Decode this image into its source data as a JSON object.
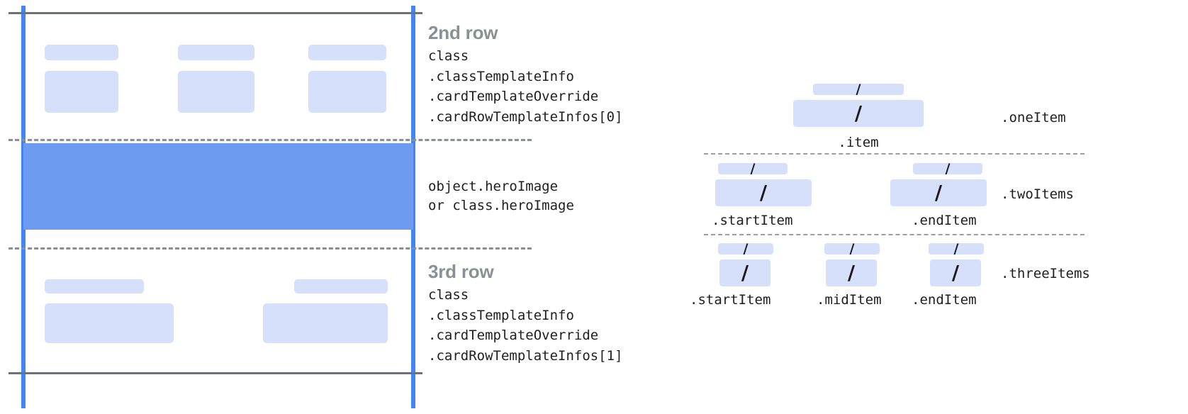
{
  "diagram": {
    "title_icon": "card-template-diagram",
    "colors": {
      "accent_blue": "#4285f4",
      "hero_blue": "#6d9bef",
      "chip_blue": "#d6e0fa",
      "rule_gray": "#6d7278",
      "dash_gray": "#8a8f94",
      "heading_gray": "#8b9096",
      "code_text": "#1f1f1f"
    }
  },
  "card": {
    "rows": [
      {
        "id": "second-row",
        "title": "2nd row",
        "code_lines": [
          "class",
          ".classTemplateInfo",
          ".cardTemplateOverride",
          ".cardRowTemplateInfos[0]"
        ],
        "item_count": 3
      },
      {
        "id": "hero-row",
        "title": "",
        "code_lines": [
          "object.heroImage",
          "or class.heroImage"
        ],
        "item_count": 0
      },
      {
        "id": "third-row",
        "title": "3rd row",
        "code_lines": [
          "class",
          ".classTemplateInfo",
          ".cardTemplateOverride",
          ".cardRowTemplateInfos[1]"
        ],
        "item_count": 2
      }
    ]
  },
  "templates": {
    "groups": [
      {
        "id": "one-item",
        "name": ".oneItem",
        "slots": [
          {
            "label": ".item",
            "glyph": "/"
          }
        ]
      },
      {
        "id": "two-items",
        "name": ".twoItems",
        "slots": [
          {
            "label": ".startItem",
            "glyph": "/"
          },
          {
            "label": ".endItem",
            "glyph": "/"
          }
        ]
      },
      {
        "id": "three-items",
        "name": ".threeItems",
        "slots": [
          {
            "label": ".startItem",
            "glyph": "/"
          },
          {
            "label": ".midItem",
            "glyph": "/"
          },
          {
            "label": ".endItem",
            "glyph": "/"
          }
        ]
      }
    ]
  }
}
